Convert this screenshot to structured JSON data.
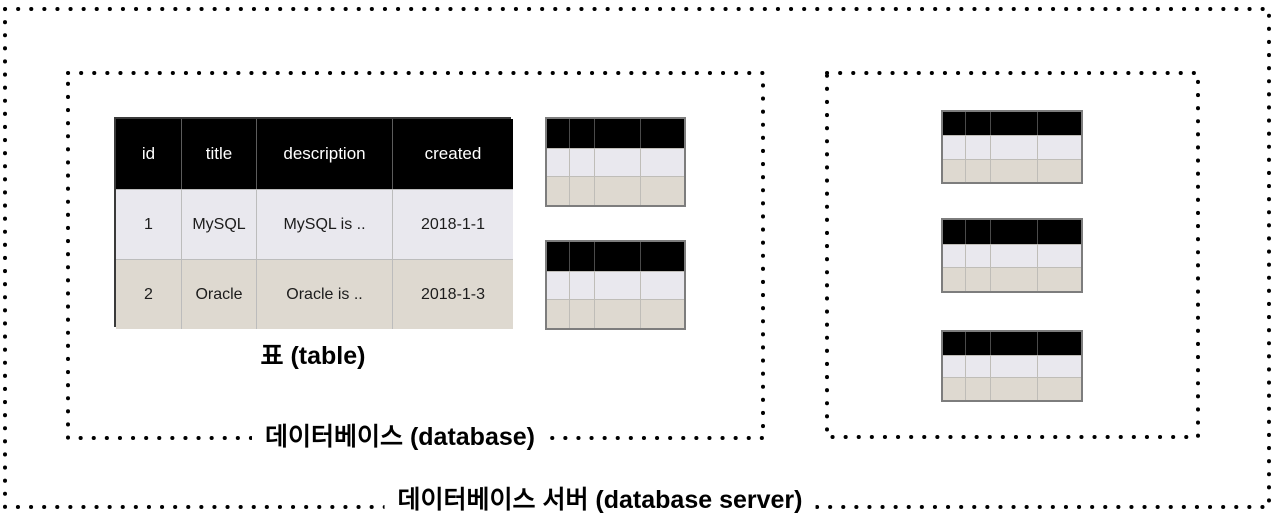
{
  "labels": {
    "table_caption": "표 (table)",
    "database": "데이터베이스 (database)",
    "server": "데이터베이스 서버 (database server)"
  },
  "table": {
    "columns": [
      "id",
      "title",
      "description",
      "created"
    ],
    "rows": [
      [
        "1",
        "MySQL",
        "MySQL is ..",
        "2018-1-1"
      ],
      [
        "2",
        "Oracle",
        "Oracle is ..",
        "2018-1-3"
      ]
    ]
  },
  "mini_table": {
    "cols": 4,
    "rows": 3,
    "count_in_database_box": 2,
    "count_in_right_box": 3
  },
  "colors": {
    "header_bg": "#000000",
    "header_text": "#ffffff",
    "row_light": "#e9e8ee",
    "row_beige": "#ded9d0",
    "border_dark": "#3a3a3a",
    "cell_border": "#bcbcbc",
    "mini_border": "#7d7d7d",
    "dot": "#000000",
    "text": "#111111"
  }
}
